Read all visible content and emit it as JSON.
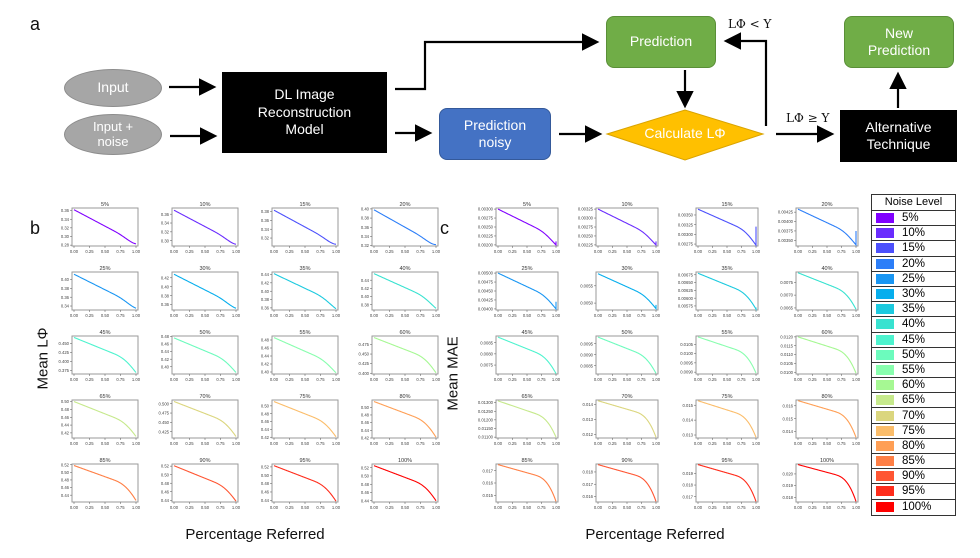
{
  "panel_a": {
    "letter": "a",
    "nodes": {
      "input": "Input",
      "input_noise_line1": "Input +",
      "input_noise_line2": "noise",
      "model_line1": "DL Image",
      "model_line2": "Reconstruction",
      "model_line3": "Model",
      "prediction": "Prediction",
      "prediction_noisy_line1": "Prediction",
      "prediction_noisy_line2": "noisy",
      "calculate": "Calculate LΦ",
      "alternative_line1": "Alternative",
      "alternative_line2": "Technique",
      "new_prediction_line1": "New",
      "new_prediction_line2": "Prediction"
    },
    "conditions": {
      "less": "LΦ < Υ",
      "greater_equal": "LΦ ≥ Υ"
    },
    "colors": {
      "ellipse": "#a6a6a6",
      "green": "#70ad47",
      "blue": "#4472c4",
      "diamond": "#ffc000",
      "black": "#000000"
    }
  },
  "panel_b": {
    "letter": "b",
    "ylabel": "Mean LΦ",
    "xlabel": "Percentage Referred"
  },
  "panel_c": {
    "letter": "c",
    "ylabel": "Mean MAE",
    "xlabel": "Percentage Referred"
  },
  "legend": {
    "title": "Noise Level",
    "items": [
      {
        "label": "5%",
        "color": "#8000ff"
      },
      {
        "label": "10%",
        "color": "#6a2cfe"
      },
      {
        "label": "15%",
        "color": "#4c50fc"
      },
      {
        "label": "20%",
        "color": "#2c7ef8"
      },
      {
        "label": "25%",
        "color": "#1996f3"
      },
      {
        "label": "30%",
        "color": "#06aeed"
      },
      {
        "label": "35%",
        "color": "#1ccadf"
      },
      {
        "label": "40%",
        "color": "#38e2d0"
      },
      {
        "label": "45%",
        "color": "#4df3ce"
      },
      {
        "label": "50%",
        "color": "#6cfbbd"
      },
      {
        "label": "55%",
        "color": "#88feae"
      },
      {
        "label": "60%",
        "color": "#a6f893"
      },
      {
        "label": "65%",
        "color": "#c6e98c"
      },
      {
        "label": "70%",
        "color": "#dbd67e"
      },
      {
        "label": "75%",
        "color": "#fbbd6a"
      },
      {
        "label": "80%",
        "color": "#ff9f55"
      },
      {
        "label": "85%",
        "color": "#ff7f45"
      },
      {
        "label": "90%",
        "color": "#ff5633"
      },
      {
        "label": "95%",
        "color": "#ff2c1b"
      },
      {
        "label": "100%",
        "color": "#ff0000"
      }
    ]
  },
  "chart_data": [
    {
      "type": "line",
      "panel": "b",
      "ylabel": "Mean LΦ",
      "xlabel": "Percentage Referred",
      "xlim": [
        0,
        1
      ],
      "xticks": [
        "0.00",
        "0.25",
        "0.50",
        "0.75",
        "1.00"
      ],
      "subplots": [
        {
          "title": "5%",
          "start": 0.362,
          "mid": 0.322,
          "end": 0.283,
          "ylim": [
            0.278,
            0.366
          ],
          "yticks": [
            "0.36",
            "0.34",
            "0.32",
            "0.30",
            "0.28"
          ]
        },
        {
          "title": "10%",
          "start": 0.369,
          "mid": 0.33,
          "end": 0.292,
          "ylim": [
            0.288,
            0.374
          ],
          "yticks": [
            "0.36",
            "0.34",
            "0.32",
            "0.30"
          ]
        },
        {
          "title": "15%",
          "start": 0.383,
          "mid": 0.343,
          "end": 0.306,
          "ylim": [
            0.302,
            0.388
          ],
          "yticks": [
            "0.38",
            "0.36",
            "0.34",
            "0.32"
          ]
        },
        {
          "title": "20%",
          "start": 0.398,
          "mid": 0.358,
          "end": 0.322,
          "ylim": [
            0.319,
            0.402
          ],
          "yticks": [
            "0.40",
            "0.38",
            "0.36",
            "0.34",
            "0.32"
          ]
        },
        {
          "title": "25%",
          "start": 0.412,
          "mid": 0.375,
          "end": 0.335,
          "ylim": [
            0.331,
            0.417
          ],
          "yticks": [
            "0.40",
            "0.38",
            "0.36",
            "0.34"
          ]
        },
        {
          "title": "30%",
          "start": 0.428,
          "mid": 0.391,
          "end": 0.352,
          "ylim": [
            0.348,
            0.433
          ],
          "yticks": [
            "0.42",
            "0.40",
            "0.38",
            "0.36"
          ]
        },
        {
          "title": "35%",
          "start": 0.442,
          "mid": 0.405,
          "end": 0.358,
          "ylim": [
            0.355,
            0.446
          ],
          "yticks": [
            "0.44",
            "0.42",
            "0.40",
            "0.38",
            "0.36"
          ]
        },
        {
          "title": "40%",
          "start": 0.456,
          "mid": 0.42,
          "end": 0.371,
          "ylim": [
            0.367,
            0.46
          ],
          "yticks": [
            "0.44",
            "0.42",
            "0.40",
            "0.38"
          ]
        },
        {
          "title": "45%",
          "start": 0.467,
          "mid": 0.43,
          "end": 0.369,
          "ylim": [
            0.365,
            0.471
          ],
          "yticks": [
            "0.450",
            "0.425",
            "0.400",
            "0.375"
          ]
        },
        {
          "title": "50%",
          "start": 0.476,
          "mid": 0.44,
          "end": 0.385,
          "ylim": [
            0.381,
            0.481
          ],
          "yticks": [
            "0.48",
            "0.46",
            "0.44",
            "0.42",
            "0.40"
          ]
        },
        {
          "title": "55%",
          "start": 0.486,
          "mid": 0.45,
          "end": 0.398,
          "ylim": [
            0.395,
            0.49
          ],
          "yticks": [
            "0.48",
            "0.46",
            "0.44",
            "0.42",
            "0.40"
          ]
        },
        {
          "title": "60%",
          "start": 0.493,
          "mid": 0.46,
          "end": 0.401,
          "ylim": [
            0.398,
            0.497
          ],
          "yticks": [
            "0.475",
            "0.450",
            "0.425",
            "0.400"
          ]
        },
        {
          "title": "65%",
          "start": 0.5,
          "mid": 0.467,
          "end": 0.411,
          "ylim": [
            0.407,
            0.504
          ],
          "yticks": [
            "0.50",
            "0.48",
            "0.46",
            "0.44",
            "0.42"
          ]
        },
        {
          "title": "70%",
          "start": 0.506,
          "mid": 0.472,
          "end": 0.412,
          "ylim": [
            0.408,
            0.51
          ],
          "yticks": [
            "0.500",
            "0.475",
            "0.450",
            "0.425"
          ]
        },
        {
          "title": "75%",
          "start": 0.511,
          "mid": 0.478,
          "end": 0.421,
          "ylim": [
            0.418,
            0.515
          ],
          "yticks": [
            "0.50",
            "0.48",
            "0.46",
            "0.44",
            "0.42"
          ]
        },
        {
          "title": "80%",
          "start": 0.515,
          "mid": 0.483,
          "end": 0.422,
          "ylim": [
            0.42,
            0.519
          ],
          "yticks": [
            "0.50",
            "0.48",
            "0.46",
            "0.44",
            "0.42"
          ]
        },
        {
          "title": "85%",
          "start": 0.518,
          "mid": 0.487,
          "end": 0.426,
          "ylim": [
            0.422,
            0.522
          ],
          "yticks": [
            "0.52",
            "0.50",
            "0.48",
            "0.46",
            "0.44"
          ]
        },
        {
          "title": "90%",
          "start": 0.521,
          "mid": 0.49,
          "end": 0.438,
          "ylim": [
            0.436,
            0.525
          ],
          "yticks": [
            "0.52",
            "0.50",
            "0.48",
            "0.46",
            "0.44"
          ]
        },
        {
          "title": "95%",
          "start": 0.523,
          "mid": 0.493,
          "end": 0.438,
          "ylim": [
            0.436,
            0.527
          ],
          "yticks": [
            "0.52",
            "0.50",
            "0.48",
            "0.46",
            "0.44"
          ]
        },
        {
          "title": "100%",
          "start": 0.525,
          "mid": 0.495,
          "end": 0.44,
          "ylim": [
            0.437,
            0.529
          ],
          "yticks": [
            "0.52",
            "0.50",
            "0.48",
            "0.46",
            "0.44"
          ]
        }
      ]
    },
    {
      "type": "line",
      "panel": "c",
      "ylabel": "Mean MAE",
      "xlabel": "Percentage Referred",
      "xlim": [
        0,
        1
      ],
      "xticks": [
        "0.00",
        "0.25",
        "0.50",
        "0.75",
        "1.00"
      ],
      "subplots": [
        {
          "title": "5%",
          "start": 0.003,
          "mid": 0.00258,
          "end": 0.002,
          "hook": 0.0021,
          "ylim": [
            0.00197,
            0.00303
          ],
          "yticks": [
            "0.00300",
            "0.00275",
            "0.00250",
            "0.00225",
            "0.00200"
          ]
        },
        {
          "title": "10%",
          "start": 0.00325,
          "mid": 0.00283,
          "end": 0.00225,
          "hook": 0.00235,
          "ylim": [
            0.00222,
            0.00328
          ],
          "yticks": [
            "0.00325",
            "0.00300",
            "0.00275",
            "0.00250",
            "0.00225"
          ]
        },
        {
          "title": "15%",
          "start": 0.00365,
          "mid": 0.0033,
          "end": 0.00272,
          "hook": 0.0032,
          "ylim": [
            0.0027,
            0.00368
          ],
          "yticks": [
            "0.00350",
            "0.00325",
            "0.00300",
            "0.00275"
          ]
        },
        {
          "title": "20%",
          "start": 0.00433,
          "mid": 0.00395,
          "end": 0.00338,
          "hook": 0.00375,
          "ylim": [
            0.00335,
            0.00436
          ],
          "yticks": [
            "0.00425",
            "0.00400",
            "0.00375",
            "0.00350"
          ]
        },
        {
          "title": "25%",
          "start": 0.005,
          "mid": 0.0046,
          "end": 0.004,
          "hook": 0.0042,
          "ylim": [
            0.00397,
            0.00503
          ],
          "yticks": [
            "0.00500",
            "0.00475",
            "0.00450",
            "0.00425",
            "0.00400"
          ]
        },
        {
          "title": "30%",
          "start": 0.00585,
          "mid": 0.00545,
          "end": 0.00484,
          "hook": 0.00495,
          "ylim": [
            0.0048,
            0.0059
          ],
          "yticks": [
            "0.0055",
            "0.0050"
          ]
        },
        {
          "title": "35%",
          "start": 0.0068,
          "mid": 0.0064,
          "end": 0.00565,
          "hook": 0.0057,
          "ylim": [
            0.00562,
            0.00684
          ],
          "yticks": [
            "0.00675",
            "0.00650",
            "0.00625",
            "0.00600",
            "0.00575"
          ]
        },
        {
          "title": "40%",
          "start": 0.00787,
          "mid": 0.0074,
          "end": 0.00645,
          "hook": 0.00645,
          "ylim": [
            0.00642,
            0.0079
          ],
          "yticks": [
            "0.0075",
            "0.0070",
            "0.0065"
          ]
        },
        {
          "title": "45%",
          "start": 0.00875,
          "mid": 0.0082,
          "end": 0.00712,
          "ylim": [
            0.0071,
            0.0088
          ],
          "yticks": [
            "0.0085",
            "0.0080",
            "0.0075"
          ]
        },
        {
          "title": "50%",
          "start": 0.0098,
          "mid": 0.00925,
          "end": 0.00815,
          "ylim": [
            0.00812,
            0.00985
          ],
          "yticks": [
            "0.0095",
            "0.0090",
            "0.0085"
          ]
        },
        {
          "title": "55%",
          "start": 0.0109,
          "mid": 0.01035,
          "end": 0.00895,
          "ylim": [
            0.0089,
            0.01095
          ],
          "yticks": [
            "0.0105",
            "0.0100",
            "0.0095",
            "0.0090"
          ]
        },
        {
          "title": "60%",
          "start": 0.012,
          "mid": 0.01145,
          "end": 0.00995,
          "ylim": [
            0.0099,
            0.01205
          ],
          "yticks": [
            "0.0120",
            "0.0115",
            "0.0110",
            "0.0105",
            "0.0100"
          ]
        },
        {
          "title": "65%",
          "start": 0.0131,
          "mid": 0.0125,
          "end": 0.011,
          "ylim": [
            0.01095,
            0.01315
          ],
          "yticks": [
            "0.01300",
            "0.01250",
            "0.01200",
            "0.01150",
            "0.01100"
          ]
        },
        {
          "title": "70%",
          "start": 0.01425,
          "mid": 0.01365,
          "end": 0.0118,
          "ylim": [
            0.01175,
            0.0143
          ],
          "yticks": [
            "0.014",
            "0.013",
            "0.012"
          ]
        },
        {
          "title": "75%",
          "start": 0.0153,
          "mid": 0.01465,
          "end": 0.01285,
          "ylim": [
            0.0128,
            0.01535
          ],
          "yticks": [
            "0.015",
            "0.014",
            "0.013"
          ]
        },
        {
          "title": "80%",
          "start": 0.0164,
          "mid": 0.0157,
          "end": 0.01355,
          "ylim": [
            0.0135,
            0.01645
          ],
          "yticks": [
            "0.016",
            "0.015",
            "0.014"
          ]
        },
        {
          "title": "85%",
          "start": 0.0175,
          "mid": 0.0168,
          "end": 0.0145,
          "ylim": [
            0.01445,
            0.01755
          ],
          "yticks": [
            "0.017",
            "0.016",
            "0.015"
          ]
        },
        {
          "title": "90%",
          "start": 0.0186,
          "mid": 0.0179,
          "end": 0.0156,
          "ylim": [
            0.01555,
            0.01865
          ],
          "yticks": [
            "0.018",
            "0.017",
            "0.016"
          ]
        },
        {
          "title": "95%",
          "start": 0.01975,
          "mid": 0.019,
          "end": 0.0166,
          "ylim": [
            0.01655,
            0.0198
          ],
          "yticks": [
            "0.019",
            "0.018",
            "0.017"
          ]
        },
        {
          "title": "100%",
          "start": 0.0208,
          "mid": 0.0201,
          "end": 0.01765,
          "ylim": [
            0.0176,
            0.02085
          ],
          "yticks": [
            "0.020",
            "0.019",
            "0.018"
          ]
        }
      ]
    }
  ]
}
